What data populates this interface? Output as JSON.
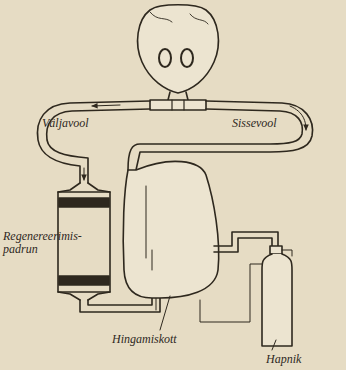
{
  "diagram": {
    "labels": [
      "Väljavool",
      "Sissevool",
      "Regenereerimis- padrun",
      "Hingamiskott",
      "Hapnik"
    ]
  }
}
